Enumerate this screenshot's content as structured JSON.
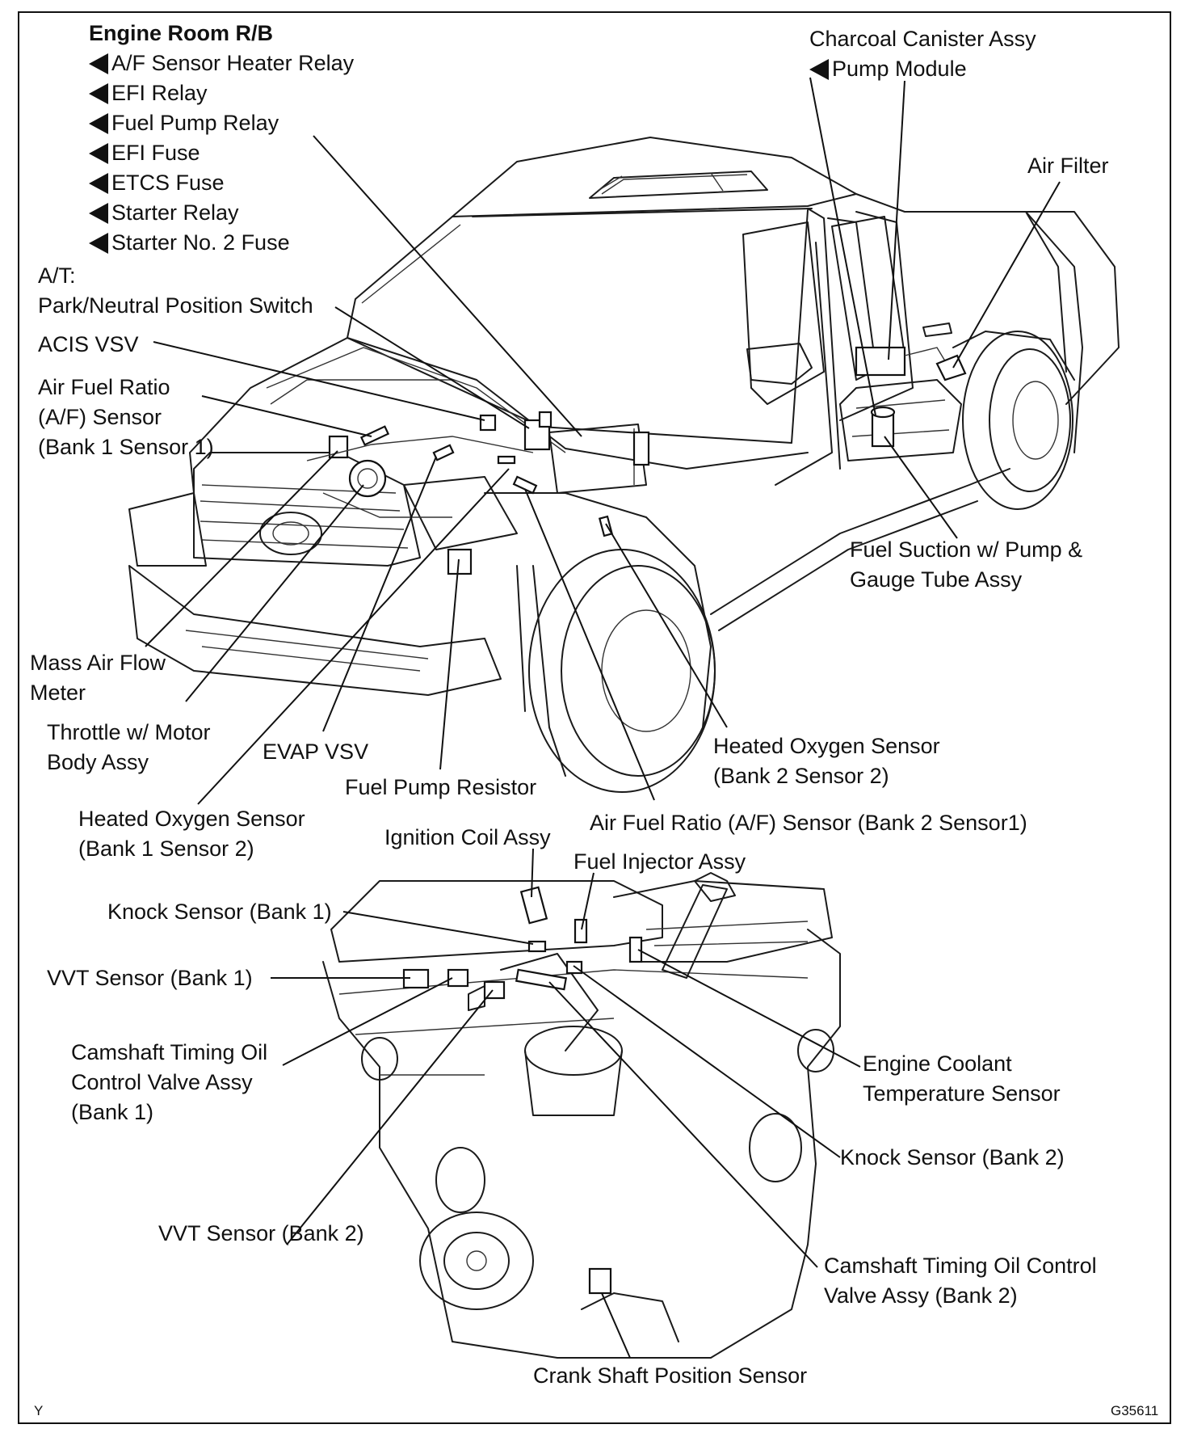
{
  "engine_room_rb": {
    "heading": "Engine Room R/B",
    "items": [
      "A/F Sensor Heater Relay",
      "EFI Relay",
      "Fuel Pump Relay",
      "EFI Fuse",
      "ETCS Fuse",
      "Starter Relay",
      "Starter No. 2 Fuse"
    ]
  },
  "labels": {
    "charcoal_canister": "Charcoal Canister Assy",
    "pump_module": "Pump Module",
    "air_filter": "Air Filter",
    "at_prefix": "A/T:",
    "park_neutral": "Park/Neutral Position Switch",
    "acis_vsv": "ACIS VSV",
    "af_sensor_b1s1": [
      "Air Fuel Ratio",
      "(A/F) Sensor",
      "(Bank 1 Sensor 1)"
    ],
    "fuel_suction": [
      "Fuel Suction w/ Pump &",
      "Gauge Tube Assy"
    ],
    "mass_air_flow": [
      "Mass Air Flow",
      "Meter"
    ],
    "throttle_body": [
      "Throttle w/ Motor",
      "Body Assy"
    ],
    "evap_vsv": "EVAP VSV",
    "fuel_pump_resistor": "Fuel Pump Resistor",
    "ho2_b2s2": [
      "Heated Oxygen Sensor",
      "(Bank 2 Sensor 2)"
    ],
    "ho2_b1s2": [
      "Heated Oxygen Sensor",
      "(Bank 1 Sensor 2)"
    ],
    "af_sensor_b2s1": "Air Fuel Ratio (A/F) Sensor (Bank 2 Sensor1)",
    "ignition_coil": "Ignition Coil Assy",
    "fuel_injector": "Fuel Injector Assy",
    "knock_b1": "Knock Sensor (Bank 1)",
    "vvt_b1": "VVT Sensor (Bank 1)",
    "cam_ocv_b1": [
      "Camshaft Timing Oil",
      "Control Valve Assy",
      "(Bank 1)"
    ],
    "ect_sensor": [
      "Engine Coolant",
      "Temperature Sensor"
    ],
    "knock_b2": "Knock Sensor (Bank 2)",
    "vvt_b2": "VVT Sensor (Bank 2)",
    "cam_ocv_b2": [
      "Camshaft Timing Oil Control",
      "Valve Assy (Bank 2)"
    ],
    "crank_sensor": "Crank Shaft Position Sensor"
  },
  "corner_marks": {
    "left": "Y",
    "right": "G35611"
  }
}
